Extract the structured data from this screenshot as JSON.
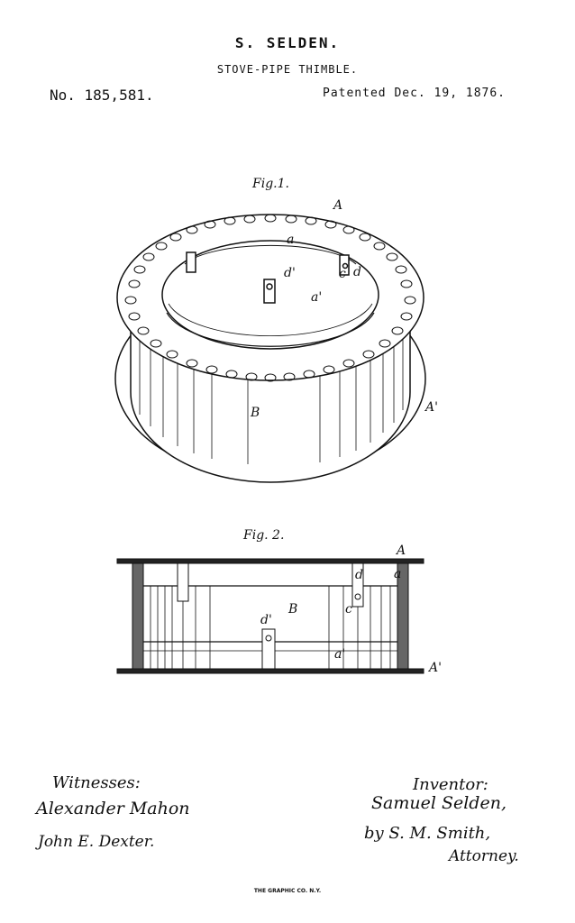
{
  "header": {
    "inventor_name": "S. SELDEN.",
    "invention_title": "STOVE-PIPE THIMBLE.",
    "patent_number": "No. 185,581.",
    "patent_date": "Patented Dec. 19, 1876."
  },
  "figures": {
    "fig1_label": "Fig.1.",
    "fig2_label": "Fig. 2.",
    "fig1_refs": {
      "A": "A",
      "A_prime": "A'",
      "a": "a",
      "a_prime": "a'",
      "B": "B",
      "d": "d",
      "d_prime": "d'",
      "c": "c"
    },
    "fig2_refs": {
      "A": "A",
      "A_prime": "A'",
      "a": "a",
      "a_prime": "a'",
      "B": "B",
      "d": "d",
      "d_prime": "d'",
      "c": "c"
    }
  },
  "signatures": {
    "witnesses_heading": "Witnesses:",
    "witness_1": "Alexander Mahon",
    "witness_2": "John E. Dexter.",
    "inventor_heading": "Inventor:",
    "inventor_signature": "Samuel Selden,",
    "by_attorney": "by S. M. Smith,",
    "attorney_label": "Attorney."
  },
  "footer": {
    "printer": "THE GRAPHIC CO. N.Y."
  }
}
